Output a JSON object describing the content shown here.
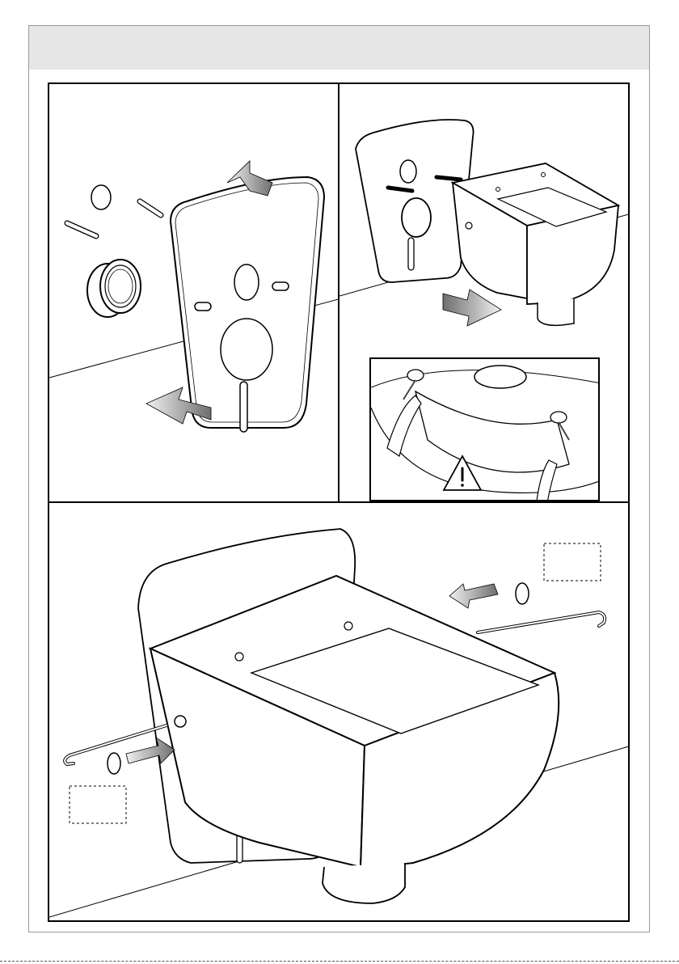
{
  "document": {
    "header_text": "",
    "warning_symbol": "warning-triangle-icon",
    "arrow_color": "#777777",
    "line_color": "#000000",
    "header_band_color": "#e6e6e6"
  },
  "steps": [
    {
      "step": "remove-cover-plate",
      "panel": "top-left"
    },
    {
      "step": "mount-toilet-on-bolts",
      "panel": "top-right"
    },
    {
      "step": "check-bolt-alignment",
      "panel": "inset"
    },
    {
      "step": "fasten-with-hex-key",
      "panel": "bottom"
    }
  ],
  "callouts": {
    "bottom_left_label": "",
    "bottom_right_label": ""
  }
}
